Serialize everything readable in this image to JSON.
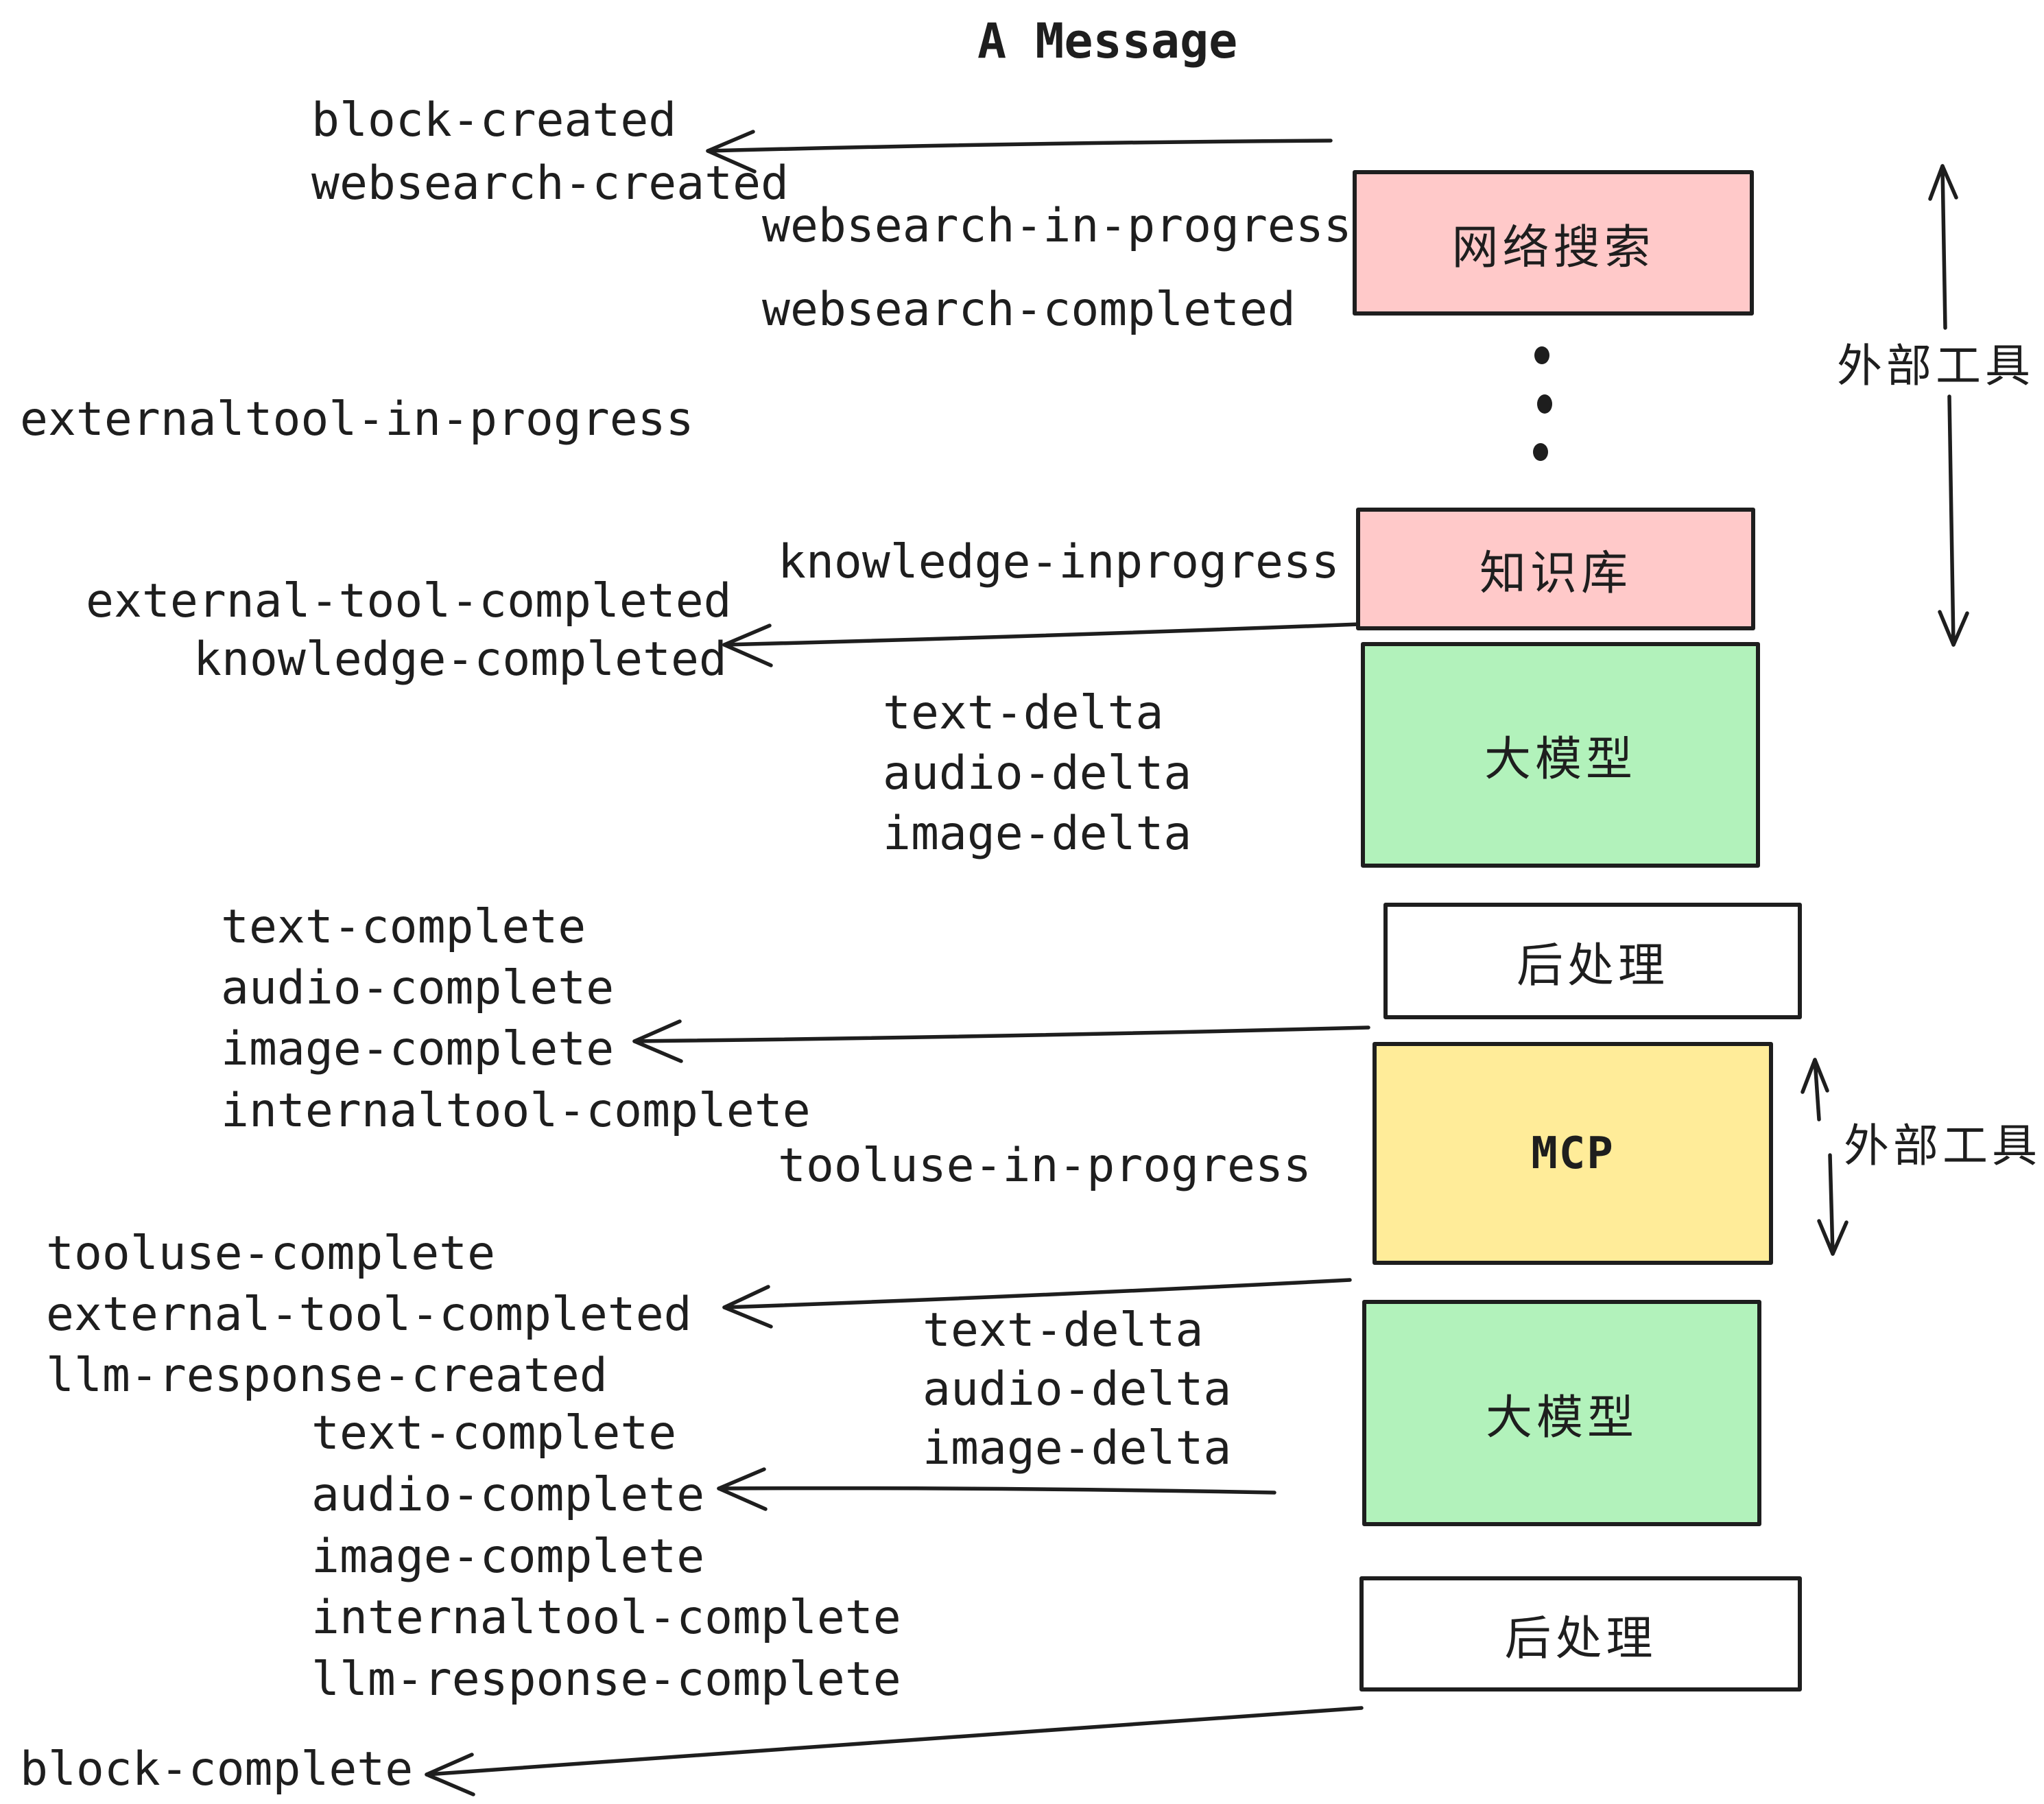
{
  "title": "A Message",
  "palette": {
    "pink": "#ffc9c9",
    "green": "#b2f2bb",
    "yellow": "#ffec99",
    "white": "#ffffff",
    "ink": "#1e1e1e"
  },
  "flow_boxes": [
    {
      "id": "websearch",
      "label": "网络搜索",
      "color_name": "pink"
    },
    {
      "id": "knowledge",
      "label": "知识库",
      "color_name": "pink"
    },
    {
      "id": "llm-1",
      "label": "大模型",
      "color_name": "green"
    },
    {
      "id": "post-1",
      "label": "后处理",
      "color_name": "white"
    },
    {
      "id": "mcp",
      "label": "MCP",
      "color_name": "yellow"
    },
    {
      "id": "llm-2",
      "label": "大模型",
      "color_name": "green"
    },
    {
      "id": "post-2",
      "label": "后处理",
      "color_name": "white"
    }
  ],
  "side_annotations": {
    "external_tools_top": "外部工具",
    "external_tools_mid": "外部工具"
  },
  "events": {
    "block_created": "block-created",
    "websearch_created": "websearch-created",
    "websearch_in_progress": "websearch-in-progress",
    "websearch_completed": "websearch-completed",
    "externaltool_in_progress": "externaltool-in-progress",
    "knowledge_inprogress": "knowledge-inprogress",
    "external_tool_completed": "external-tool-completed",
    "knowledge_completed": "knowledge-completed",
    "text_delta": "text-delta",
    "audio_delta": "audio-delta",
    "image_delta": "image-delta",
    "text_complete": "text-complete",
    "audio_complete": "audio-complete",
    "image_complete": "image-complete",
    "internaltool_complete": "internaltool-complete",
    "tooluse_in_progress": "tooluse-in-progress",
    "tooluse_complete": "tooluse-complete",
    "llm_response_created": "llm-response-created",
    "llm_response_complete": "llm-response-complete",
    "block_complete": "block-complete"
  },
  "icons": {
    "vertical_ellipsis": "⋮"
  }
}
